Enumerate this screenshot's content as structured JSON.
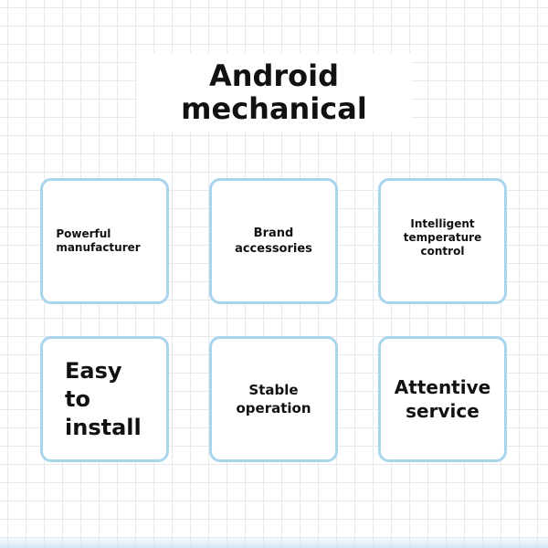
{
  "title": "Android\nmechanical",
  "cards": [
    {
      "label": "Powerful\nmanufacturer"
    },
    {
      "label": "Brand\naccessories"
    },
    {
      "label": "Intelligent\ntemperature\ncontrol"
    },
    {
      "label": "Easy\nto\ninstall"
    },
    {
      "label": "Stable\noperation"
    },
    {
      "label": "Attentive\nservice"
    }
  ],
  "colors": {
    "card_border": "#a9d5ec",
    "text": "#111111",
    "grid_line": "#e6e9ee"
  }
}
